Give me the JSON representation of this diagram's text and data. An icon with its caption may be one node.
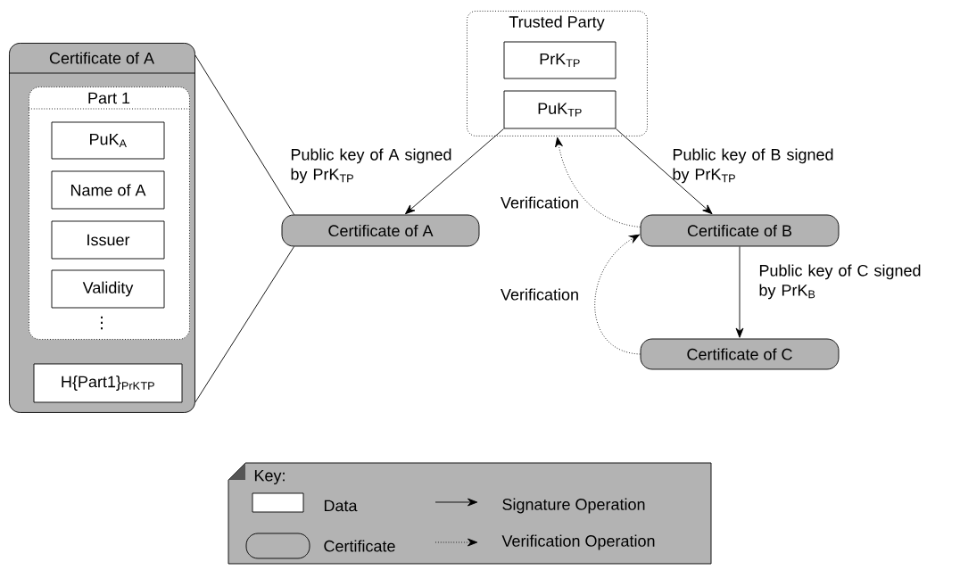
{
  "diagram": {
    "nodes": [
      {
        "text": [
          "Certificate of A"
        ]
      },
      {
        "text": [
          "Part 1"
        ],
        "in": 0
      },
      {
        "text": [
          "PuK$_{A}$"
        ],
        "in": 1
      },
      {
        "text": [
          "Name of A"
        ],
        "in": 1
      },
      {
        "text": [
          "Issuer"
        ],
        "in": 1
      },
      {
        "text": [
          "Validity"
        ],
        "in": 1
      },
      {
        "text": [
          "H{Part1}$_{PrK}$$_{TP}$"
        ],
        "in": 0
      },
      {
        "text": [
          "Trusted Party"
        ]
      },
      {
        "text": [
          "PrK$_{TP}$"
        ],
        "in": 7
      },
      {
        "text": [
          "PuK$_{TP}$"
        ],
        "in": 7
      },
      {
        "text": [
          "Certificate of A"
        ]
      },
      {
        "text": [
          "Certificate of B"
        ]
      },
      {
        "text": [
          "Certificate of C"
        ]
      }
    ],
    "edges": [
      {
        "from": 9,
        "to": 10,
        "arrow": "to",
        "label": "Public key of A signed by PrK$_{TP}$"
      },
      {
        "from": 9,
        "to": 11,
        "arrow": "to",
        "label": "Public key of B signed by PrK$_{TP}$"
      },
      {
        "from": 11,
        "to": 7,
        "arrow": "to",
        "style": "dashed",
        "label": "Verification"
      },
      {
        "from": 12,
        "to": 11,
        "arrow": "to",
        "style": "dashed",
        "label": "Verification"
      },
      {
        "from": 11,
        "to": 12,
        "arrow": "to",
        "label": "Public key of C signed by PrK$_{B}$"
      },
      {
        "from": 0,
        "to": 10,
        "arrow": "none"
      },
      {
        "from": 0,
        "to": 10,
        "arrow": "none"
      }
    ],
    "labels": [
      "⋮",
      "Key:"
    ],
    "legend": [
      {
        "text": "Data"
      },
      {
        "text": "Certificate"
      },
      {
        "text": "Signature Operation"
      },
      {
        "text": "Verification Operation"
      }
    ]
  }
}
